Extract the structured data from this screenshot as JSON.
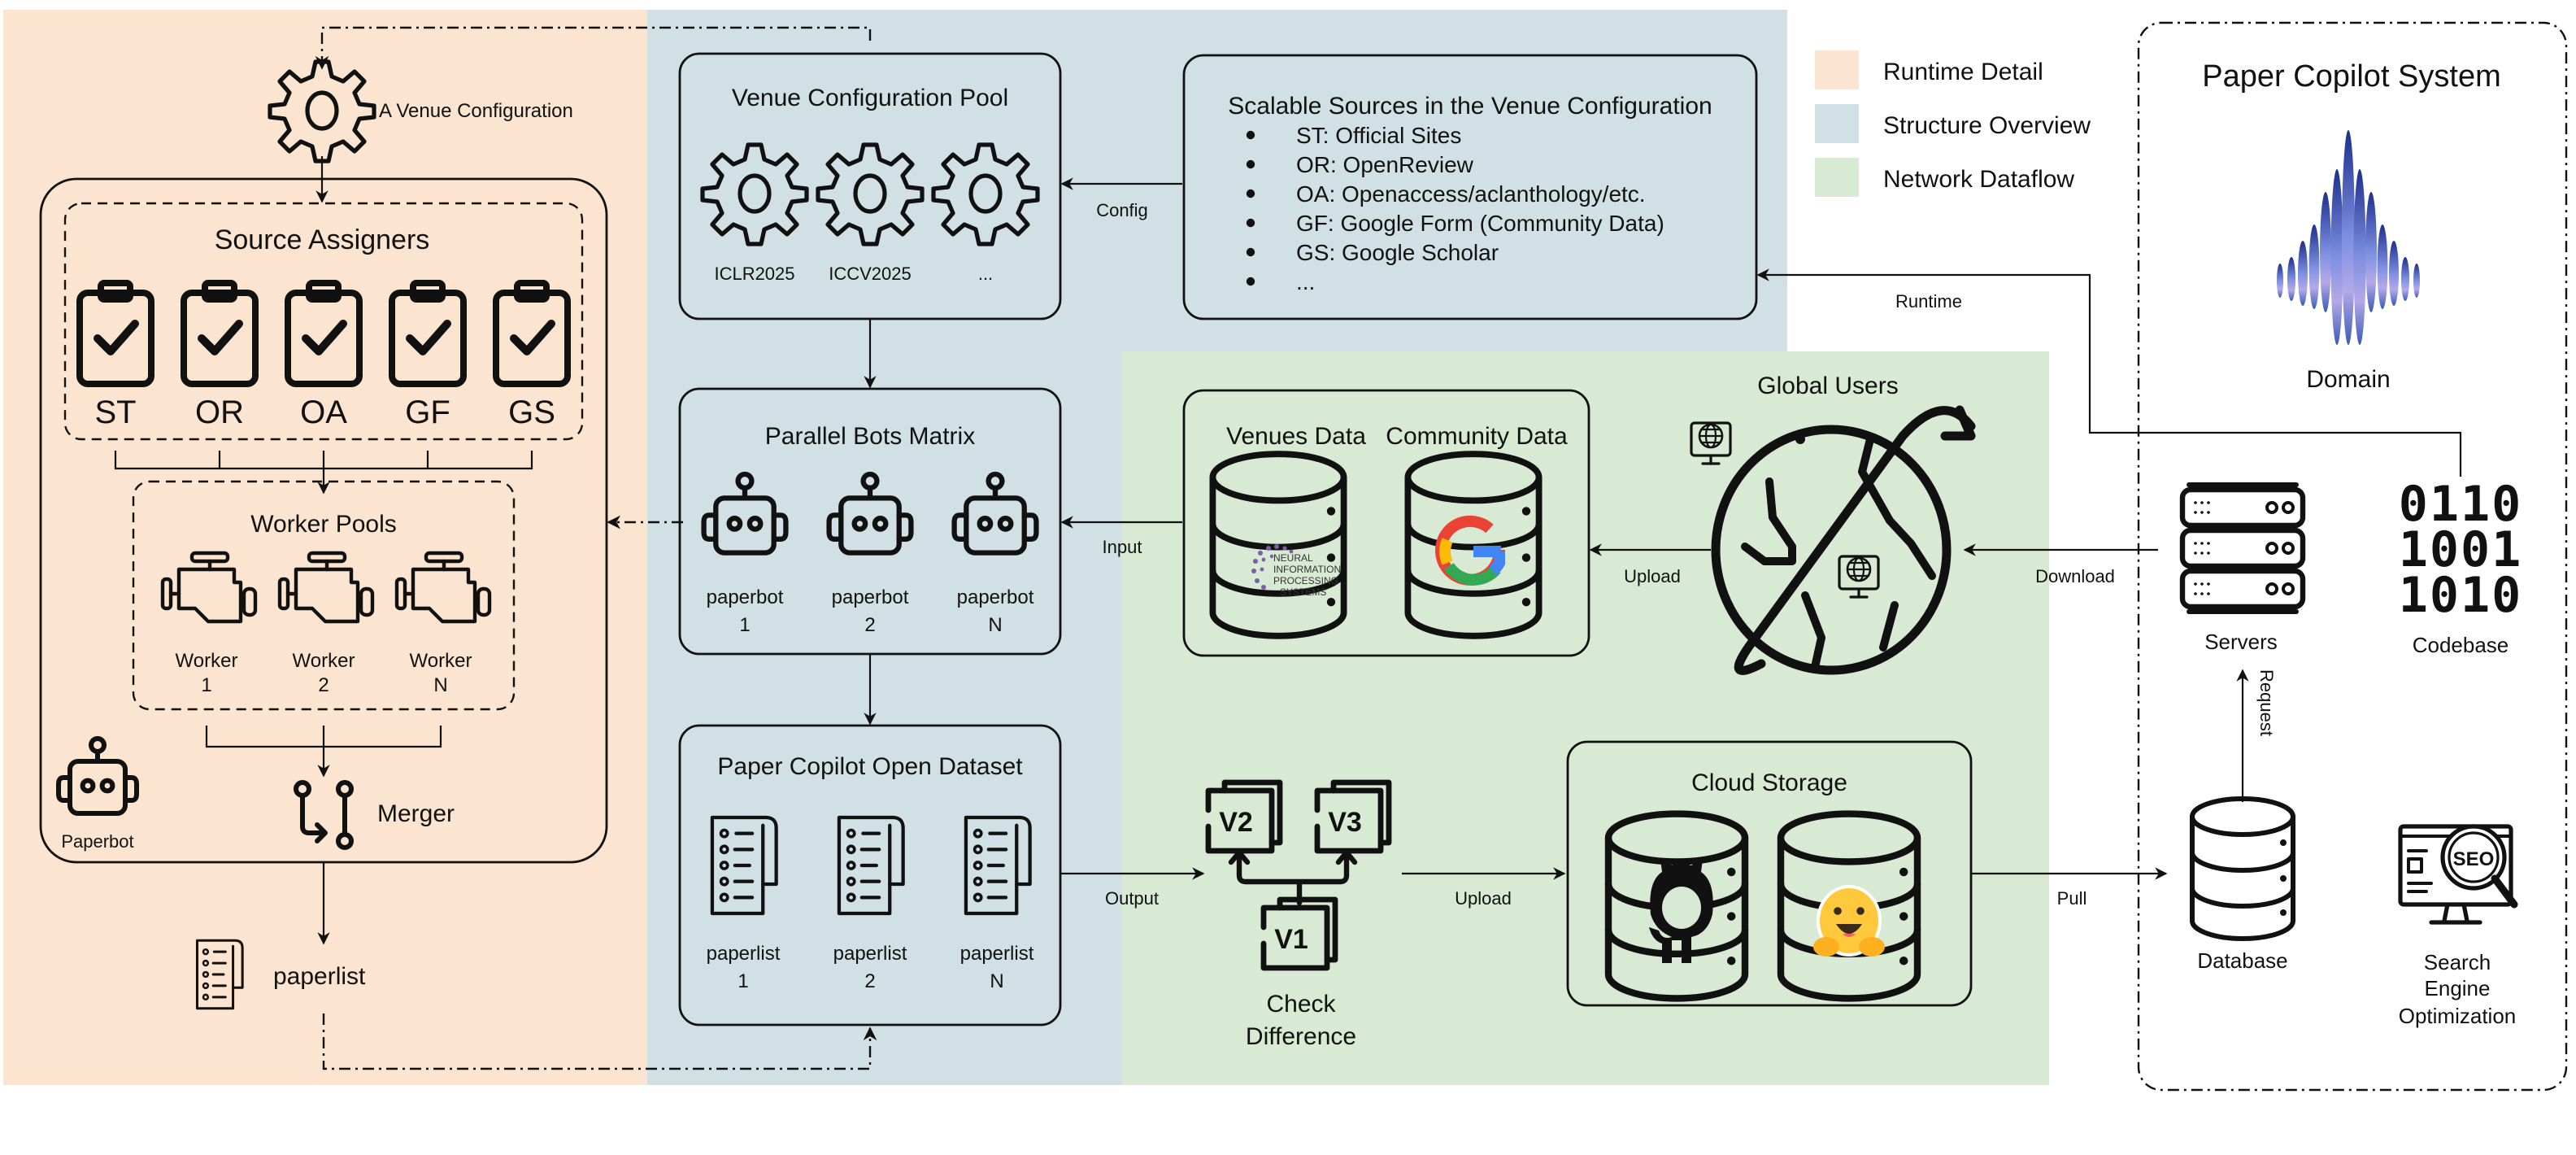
{
  "colors": {
    "runtime_bg": "#fbe5d0",
    "structure_bg": "#d1e0e5",
    "network_bg": "#d8e9d4",
    "stroke": "#111111"
  },
  "legend": [
    {
      "label": "Runtime Detail",
      "color": "#fbe5d0"
    },
    {
      "label": "Structure Overview",
      "color": "#d1e0e5"
    },
    {
      "label": "Network Dataflow",
      "color": "#d8e9d4"
    }
  ],
  "runtime": {
    "venue_config_label": "A Venue Configuration",
    "source_assigners": {
      "title": "Source Assigners",
      "items": [
        "ST",
        "OR",
        "OA",
        "GF",
        "GS"
      ]
    },
    "worker_pools": {
      "title": "Worker Pools",
      "workers": [
        {
          "name": "Worker",
          "id": "1"
        },
        {
          "name": "Worker",
          "id": "2"
        },
        {
          "name": "Worker",
          "id": "N"
        }
      ]
    },
    "paperbot_label": "Paperbot",
    "merger_label": "Merger",
    "paperlist_label": "paperlist"
  },
  "structure": {
    "venue_pool": {
      "title": "Venue Configuration Pool",
      "venues": [
        "ICLR2025",
        "ICCV2025",
        "..."
      ]
    },
    "sources": {
      "title": "Scalable Sources in the Venue Configuration",
      "items": [
        "ST: Official Sites",
        "OR: OpenReview",
        "OA: Openaccess/aclanthology/etc.",
        "GF: Google Form (Community Data)",
        "GS: Google Scholar",
        "..."
      ]
    },
    "config_edge_label": "Config",
    "bots": {
      "title": "Parallel Bots Matrix",
      "items": [
        {
          "name": "paperbot",
          "id": "1"
        },
        {
          "name": "paperbot",
          "id": "2"
        },
        {
          "name": "paperbot",
          "id": "N"
        }
      ]
    },
    "dataset": {
      "title": "Paper Copilot Open Dataset",
      "items": [
        {
          "name": "paperlist",
          "id": "1"
        },
        {
          "name": "paperlist",
          "id": "2"
        },
        {
          "name": "paperlist",
          "id": "N"
        }
      ]
    }
  },
  "network": {
    "data_box": {
      "venues_title": "Venues Data",
      "community_title": "Community Data",
      "neurips_logo_lines": [
        "NEURAL",
        "INFORMATION",
        "PROCESSING",
        "SYSTEMS"
      ]
    },
    "global_users_title": "Global Users",
    "input_label": "Input",
    "upload_label_users": "Upload",
    "download_label": "Download",
    "output_label": "Output",
    "upload_label_cloud": "Upload",
    "check_difference": {
      "line1": "Check",
      "line2": "Difference",
      "versions": [
        "V2",
        "V3",
        "V1"
      ]
    },
    "cloud_storage_title": "Cloud Storage",
    "pull_label": "Pull",
    "runtime_label": "Runtime"
  },
  "system": {
    "title": "Paper Copilot System",
    "domain_label": "Domain",
    "servers_label": "Servers",
    "codebase_label": "Codebase",
    "codebase_bits": [
      "0110",
      "1001",
      "1010"
    ],
    "request_label": "Request",
    "database_label": "Database",
    "seo_text": "SEO",
    "seo_label_lines": [
      "Search",
      "Engine",
      "Optimization"
    ]
  }
}
